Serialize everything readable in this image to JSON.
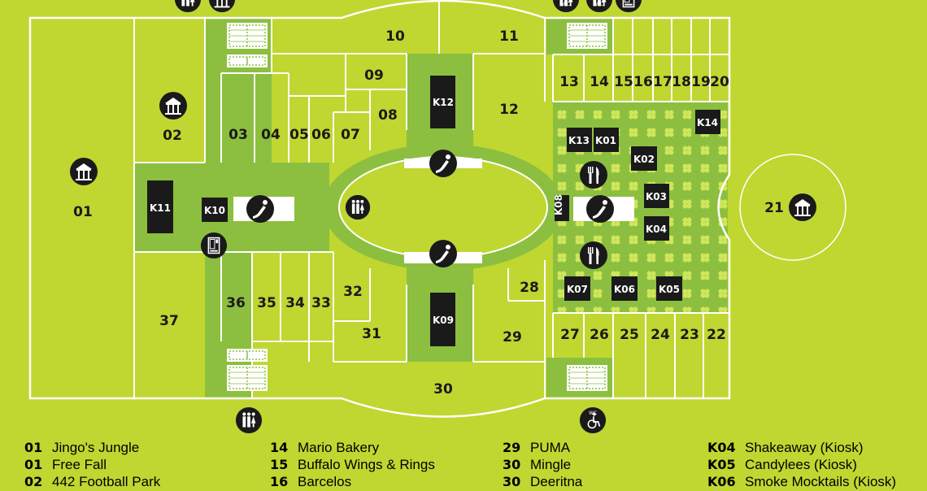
{
  "colors": {
    "background": "#bfd730",
    "walkway": "#8cbf3f",
    "outline": "#ffffff",
    "dark": "#1a1a1a"
  },
  "units": {
    "u01": "01",
    "u02": "02",
    "u03": "03",
    "u04": "04",
    "u05": "05",
    "u06": "06",
    "u07": "07",
    "u08": "08",
    "u09": "09",
    "u10": "10",
    "u11": "11",
    "u12": "12",
    "u13": "13",
    "u14": "14",
    "u15": "15",
    "u16": "16",
    "u17": "17",
    "u18": "18",
    "u19": "19",
    "u20": "20",
    "u21": "21",
    "u22": "22",
    "u23": "23",
    "u24": "24",
    "u25": "25",
    "u26": "26",
    "u27": "27",
    "u28": "28",
    "u29": "29",
    "u30": "30",
    "u31": "31",
    "u32": "32",
    "u33": "33",
    "u34": "34",
    "u35": "35",
    "u36": "36",
    "u37": "37"
  },
  "kiosks": {
    "k01": "K01",
    "k02": "K02",
    "k03": "K03",
    "k04": "K04",
    "k05": "K05",
    "k06": "K06",
    "k07": "K07",
    "k08": "K08",
    "k09": "K09",
    "k10": "K10",
    "k11": "K11",
    "k12": "K12",
    "k13": "K13",
    "k14": "K14"
  },
  "icons": {
    "wc": "WC",
    "ride": "carousel-icon",
    "slide": "slide-icon",
    "dining": "cutlery-icon",
    "toilets": "toilets-icon",
    "vending": "vending-icon",
    "accessible": "wheelchair-icon",
    "football": "football-pitch-icon"
  },
  "legend": {
    "col1": [
      {
        "code": "01",
        "name": "Jingo's Jungle"
      },
      {
        "code": "01",
        "name": "Free Fall"
      },
      {
        "code": "02",
        "name": "442 Football Park"
      }
    ],
    "col2": [
      {
        "code": "14",
        "name": "Mario Bakery"
      },
      {
        "code": "15",
        "name": "Buffalo Wings & Rings"
      },
      {
        "code": "16",
        "name": "Barcelos"
      }
    ],
    "col3": [
      {
        "code": "29",
        "name": "PUMA"
      },
      {
        "code": "30",
        "name": "Mingle"
      },
      {
        "code": "30",
        "name": "Deeritna"
      }
    ],
    "col4": [
      {
        "code": "K04",
        "name": "Shakeaway (Kiosk)"
      },
      {
        "code": "K05",
        "name": "Candylees (Kiosk)"
      },
      {
        "code": "K06",
        "name": "Smoke Mocktails (Kiosk)"
      }
    ]
  }
}
